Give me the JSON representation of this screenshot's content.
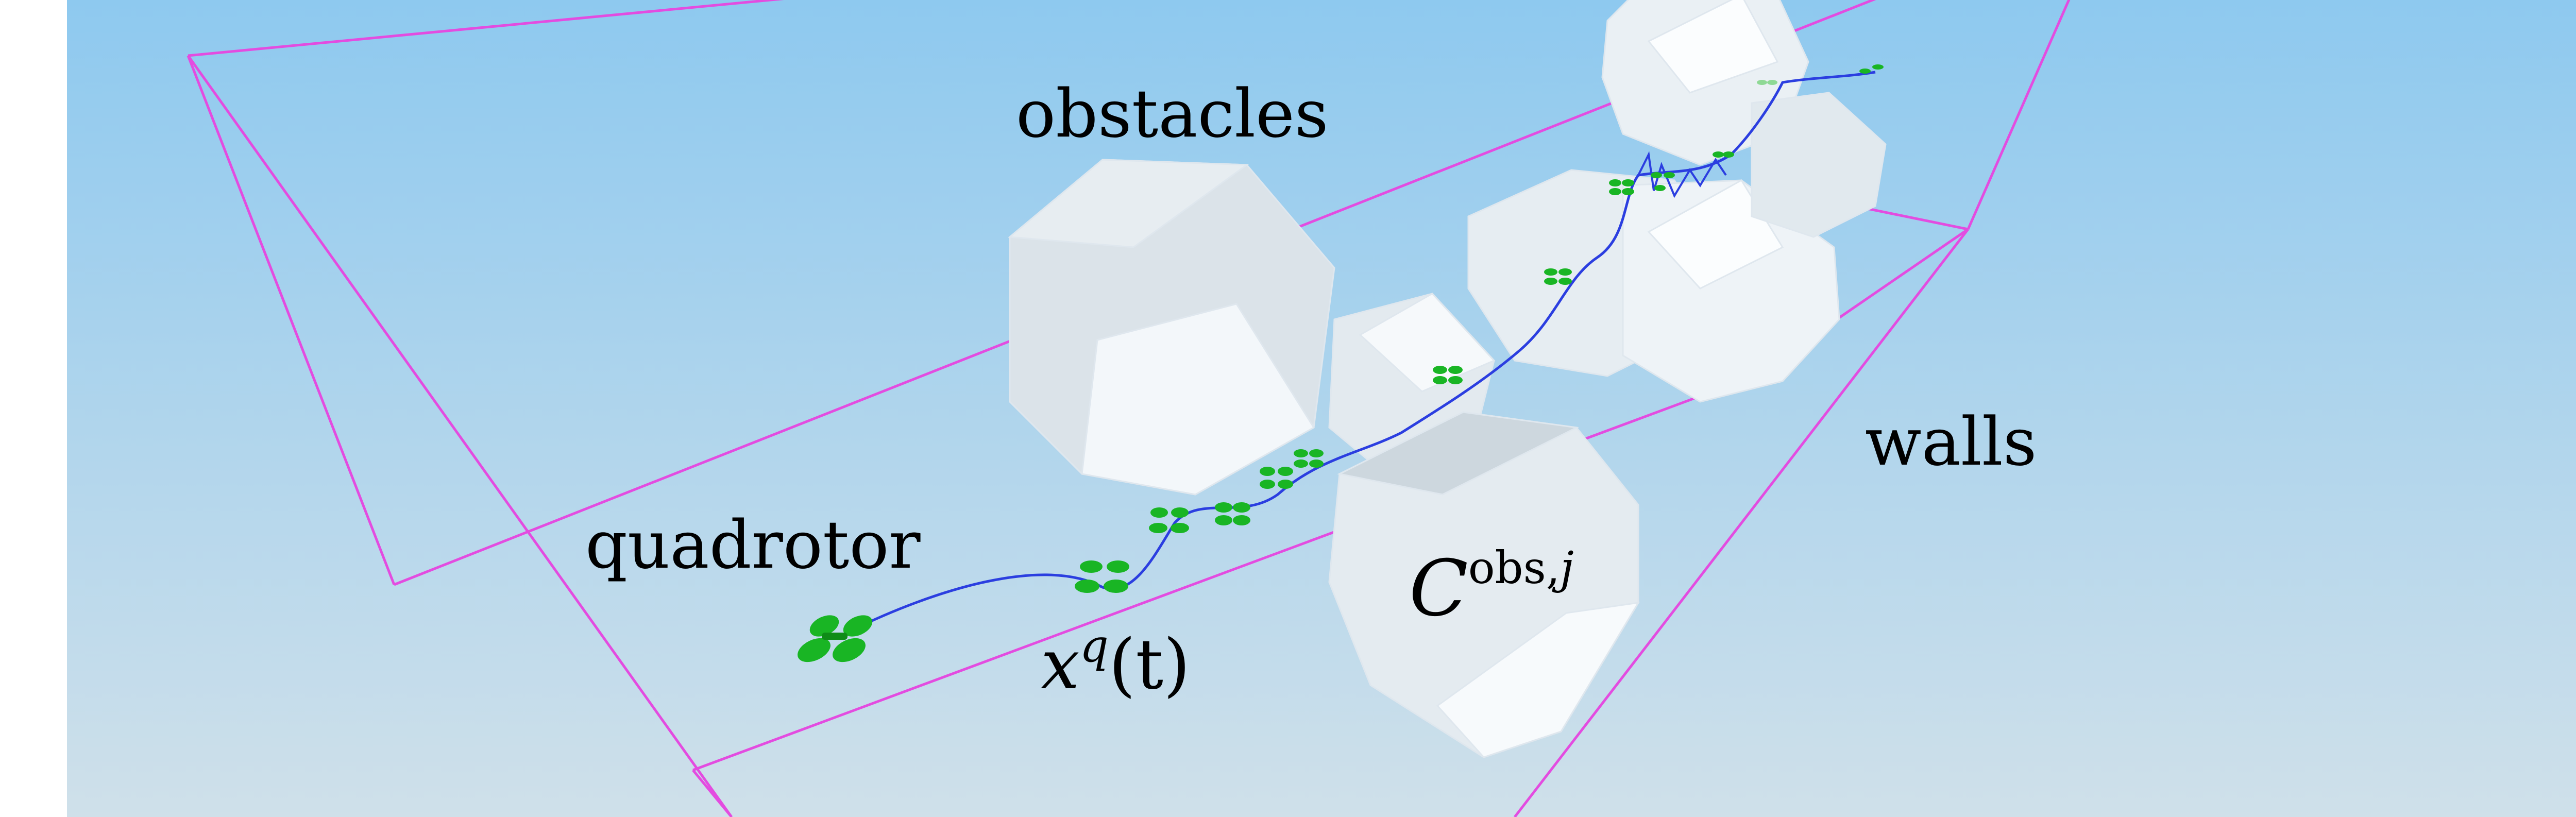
{
  "labels": {
    "obstacles": "obstacles",
    "walls": "walls",
    "quadrotor": "quadrotor",
    "trajectory_base": "x",
    "trajectory_sup": "q",
    "trajectory_arg": "(t)",
    "obstacle_set_base": "C",
    "obstacle_set_sup": "obs,",
    "obstacle_set_index": "j"
  },
  "colors": {
    "sky_top": "#8ec9ef",
    "sky_bottom": "#cfe0ea",
    "wall_edges": "#e34ce0",
    "trajectory": "#2b3ee0",
    "quadrotor": "#19b524",
    "obstacle_fill": "#e9f0f5",
    "obstacle_shade": "#c9d3da"
  }
}
